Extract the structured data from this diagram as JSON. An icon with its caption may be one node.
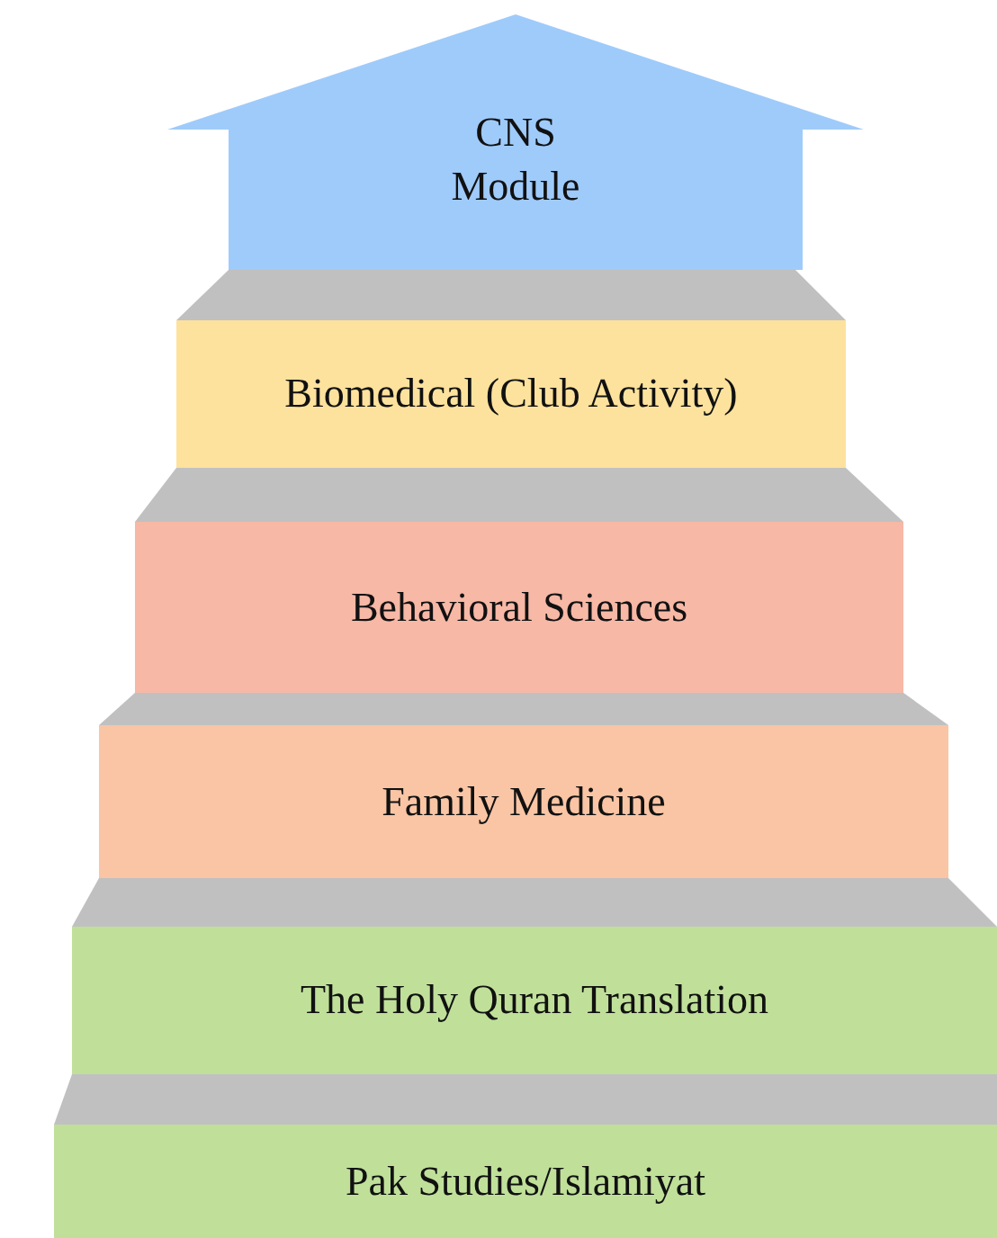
{
  "diagram": {
    "nodes": [
      {
        "text": [
          "CNS Module"
        ]
      },
      {
        "text": [
          "Biomedical (Club Activity)"
        ]
      },
      {
        "text": [
          "Behavioral Sciences"
        ]
      },
      {
        "text": [
          "Family Medicine"
        ]
      },
      {
        "text": [
          "The Holy Quran Translation"
        ]
      },
      {
        "text": [
          "Pak Studies/Islamiyat"
        ]
      }
    ],
    "edges": []
  }
}
